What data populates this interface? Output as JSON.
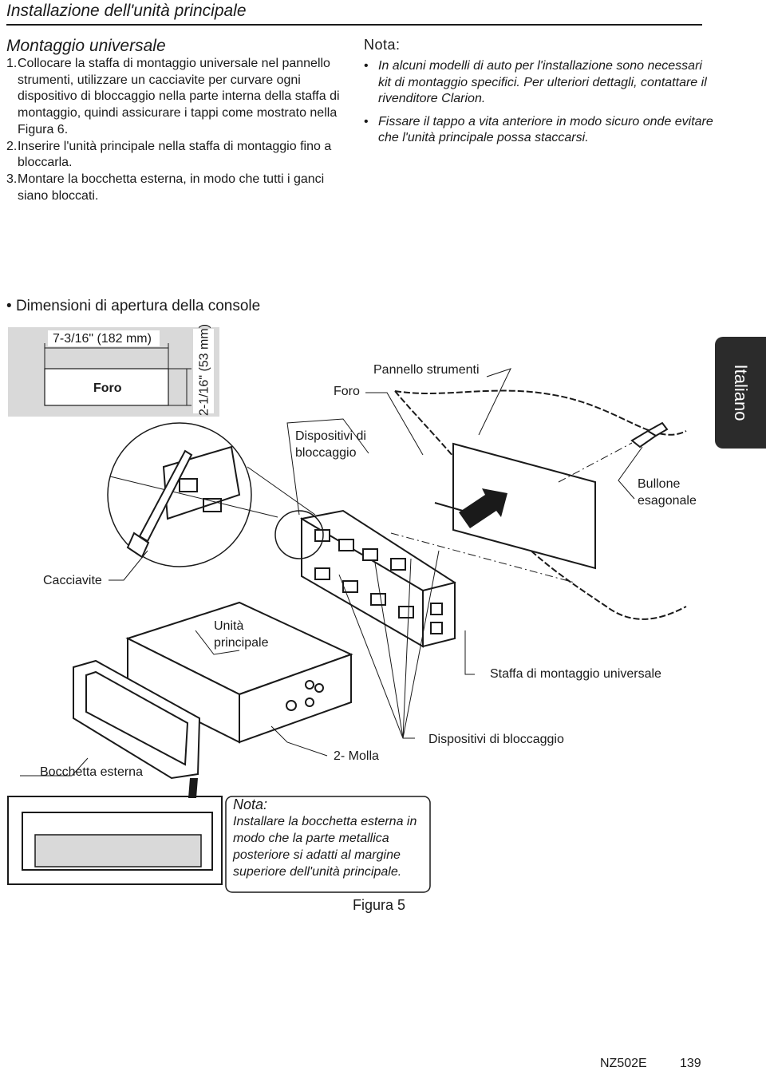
{
  "header": {
    "title": "Installazione dell'unità principale",
    "subtitle": "Montaggio universale"
  },
  "steps": [
    {
      "num": "1.",
      "text": "Collocare la staffa di montaggio universale nel pannello strumenti, utilizzare un cacciavite per curvare ogni dispositivo di bloccaggio nella parte interna della staffa di montaggio, quindi assicurare i tappi come mostrato nella Figura 6."
    },
    {
      "num": "2.",
      "text": "Inserire l'unità principale nella staffa di montaggio fino a bloccarla."
    },
    {
      "num": "3.",
      "text": "Montare la bocchetta esterna, in modo che tutti i ganci siano bloccati."
    }
  ],
  "nota": {
    "heading": "Nota:",
    "items": [
      "In alcuni modelli di auto per l'installazione sono necessari kit di montaggio specifici. Per ulteriori dettagli, contattare il rivenditore Clarion.",
      "Fissare il tappo a vita anteriore in modo sicuro onde evitare che l'unità principale possa staccarsi."
    ]
  },
  "section": {
    "heading": "Dimensioni di apertura della console",
    "bullet": "•"
  },
  "side_tab": {
    "label": "Italiano"
  },
  "dimensions": {
    "width_label": "7-3/16\" (182 mm)",
    "height_label": "2-1/16\" (53 mm)",
    "hole_label": "Foro"
  },
  "figure_labels": {
    "foro": "Foro",
    "pannello": "Pannello strumenti",
    "dispositivi1": "Dispositivi di bloccaggio",
    "bullone": "Bullone esagonale",
    "cacciavite": "Cacciavite",
    "unita": "Unità principale",
    "staffa": "Staffa di montaggio universale",
    "dispositivi2": "Dispositivi di bloccaggio",
    "molla": "2- Molla",
    "bocchetta": "Bocchetta esterna"
  },
  "nota2": {
    "heading": "Nota:",
    "text": "Installare la bocchetta esterna in modo che la parte metallica posteriore si adatti al margine superiore dell'unità principale."
  },
  "figure_caption": "Figura 5",
  "footer": {
    "code": "NZ502E",
    "page": "139"
  }
}
